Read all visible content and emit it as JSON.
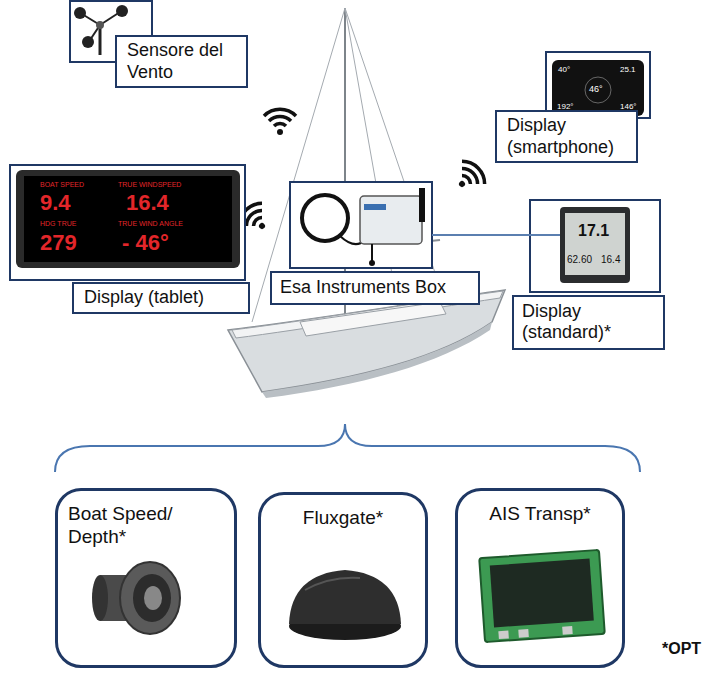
{
  "diagram": {
    "nodes": [
      {
        "text": [
          "Sensore del Vento"
        ]
      },
      {
        "text": [
          "Display (smartphone)"
        ]
      },
      {
        "text": [
          "Display (tablet)"
        ]
      },
      {
        "text": [
          "Esa Instruments Box"
        ]
      },
      {
        "text": [
          "Display (standard)*"
        ]
      },
      {
        "text": [
          "Boat Speed/ Depth*"
        ]
      },
      {
        "text": [
          "Fluxgate*"
        ]
      },
      {
        "text": [
          "AIS Transp*"
        ]
      }
    ],
    "edges": [
      {
        "from": 3,
        "to": 4,
        "arrow": "none"
      }
    ],
    "labels": [
      "BOAT SPEED",
      "TRUE WINDSPEED",
      "9.4",
      "16.4",
      "HDG TRUE",
      "TRUE WIND ANGLE",
      "279",
      "- 46°",
      "40°",
      "25.1",
      "46°",
      "192°",
      "146°",
      "17.1",
      "62.60",
      "16.4",
      "*OPT"
    ]
  }
}
